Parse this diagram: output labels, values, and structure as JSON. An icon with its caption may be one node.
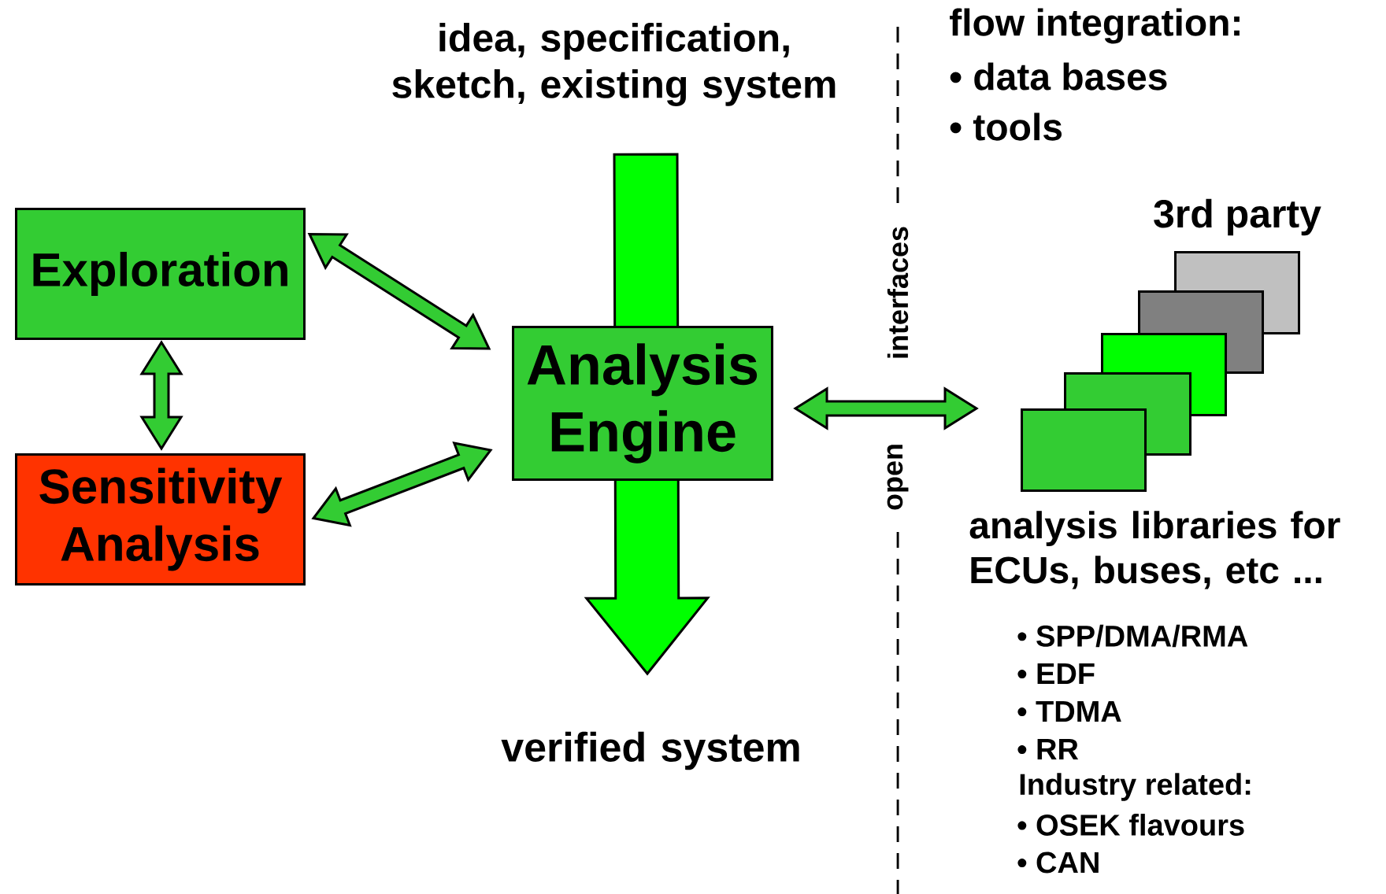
{
  "diagram": {
    "nodes": [
      {
        "text": [
          "idea, specification, sketch, existing system"
        ]
      },
      {
        "text": [
          "Exploration"
        ]
      },
      {
        "text": [
          "Sensitivity Analysis"
        ]
      },
      {
        "text": [
          "Analysis Engine"
        ]
      },
      {
        "text": [
          "verified system"
        ]
      },
      {
        "text": [],
        "shape": "box"
      },
      {
        "text": [],
        "shape": "box"
      },
      {
        "text": [],
        "shape": "box"
      },
      {
        "text": [],
        "shape": "box"
      },
      {
        "text": [],
        "shape": "box"
      }
    ],
    "edges": [
      {
        "from": 0,
        "to": 4,
        "arrow": "to",
        "style": "thick",
        "color": "#00ff00"
      },
      {
        "from": 1,
        "to": 3,
        "arrow": "both"
      },
      {
        "from": 2,
        "to": 3,
        "arrow": "both"
      },
      {
        "from": 1,
        "to": 2,
        "arrow": "both"
      },
      {
        "from": 3,
        "to": 5,
        "arrow": "both"
      }
    ],
    "labels": [
      "flow integration:",
      "• data bases",
      "• tools",
      "3rd party",
      "interfaces",
      "open",
      "analysis libraries for ECUs, buses, etc ...",
      "• SPP/DMA/RMA",
      "• EDF",
      "• TDMA",
      "• RR",
      "Industry related:",
      "• OSEK flavours",
      "• CAN"
    ]
  }
}
